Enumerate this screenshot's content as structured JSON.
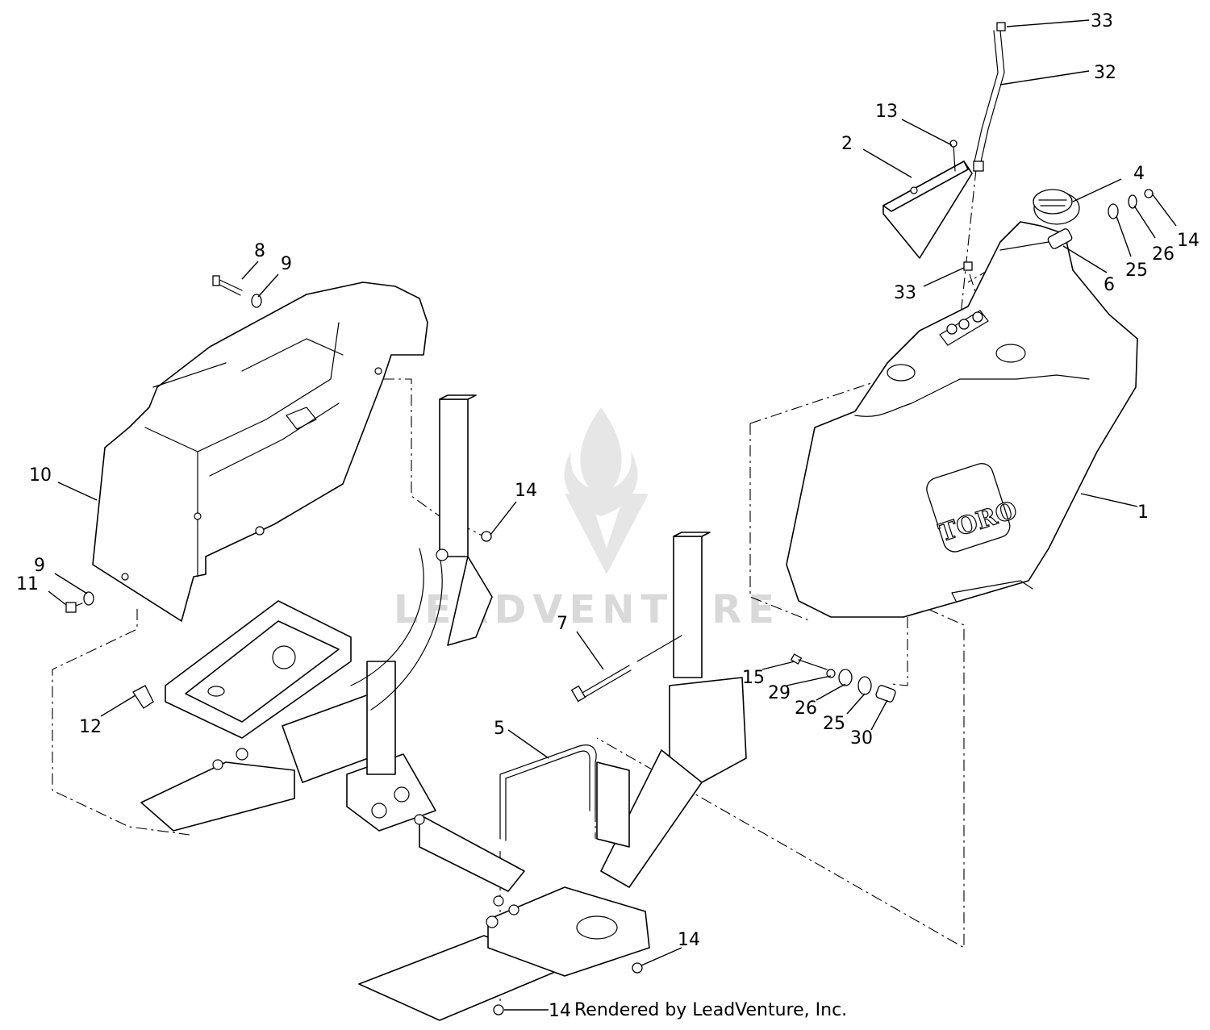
{
  "diagram": {
    "brand_mark": "TORO",
    "watermark": "LEADVENTURE",
    "footer_credit": "Rendered by LeadVenture, Inc.",
    "callouts": [
      {
        "id": "c33-top",
        "label": "33"
      },
      {
        "id": "c32",
        "label": "32"
      },
      {
        "id": "c13",
        "label": "13"
      },
      {
        "id": "c2",
        "label": "2"
      },
      {
        "id": "c4",
        "label": "4"
      },
      {
        "id": "c14-a",
        "label": "14"
      },
      {
        "id": "c26-a",
        "label": "26"
      },
      {
        "id": "c25-a",
        "label": "25"
      },
      {
        "id": "c6",
        "label": "6"
      },
      {
        "id": "c33-b",
        "label": "33"
      },
      {
        "id": "c8",
        "label": "8"
      },
      {
        "id": "c9-a",
        "label": "9"
      },
      {
        "id": "c10",
        "label": "10"
      },
      {
        "id": "c9-b",
        "label": "9"
      },
      {
        "id": "c11",
        "label": "11"
      },
      {
        "id": "c14-b",
        "label": "14"
      },
      {
        "id": "c1",
        "label": "1"
      },
      {
        "id": "c7",
        "label": "7"
      },
      {
        "id": "c15",
        "label": "15"
      },
      {
        "id": "c29",
        "label": "29"
      },
      {
        "id": "c26-b",
        "label": "26"
      },
      {
        "id": "c25-b",
        "label": "25"
      },
      {
        "id": "c30",
        "label": "30"
      },
      {
        "id": "c12",
        "label": "12"
      },
      {
        "id": "c5",
        "label": "5"
      },
      {
        "id": "c14-c",
        "label": "14"
      },
      {
        "id": "c14-d",
        "label": "14"
      }
    ]
  }
}
